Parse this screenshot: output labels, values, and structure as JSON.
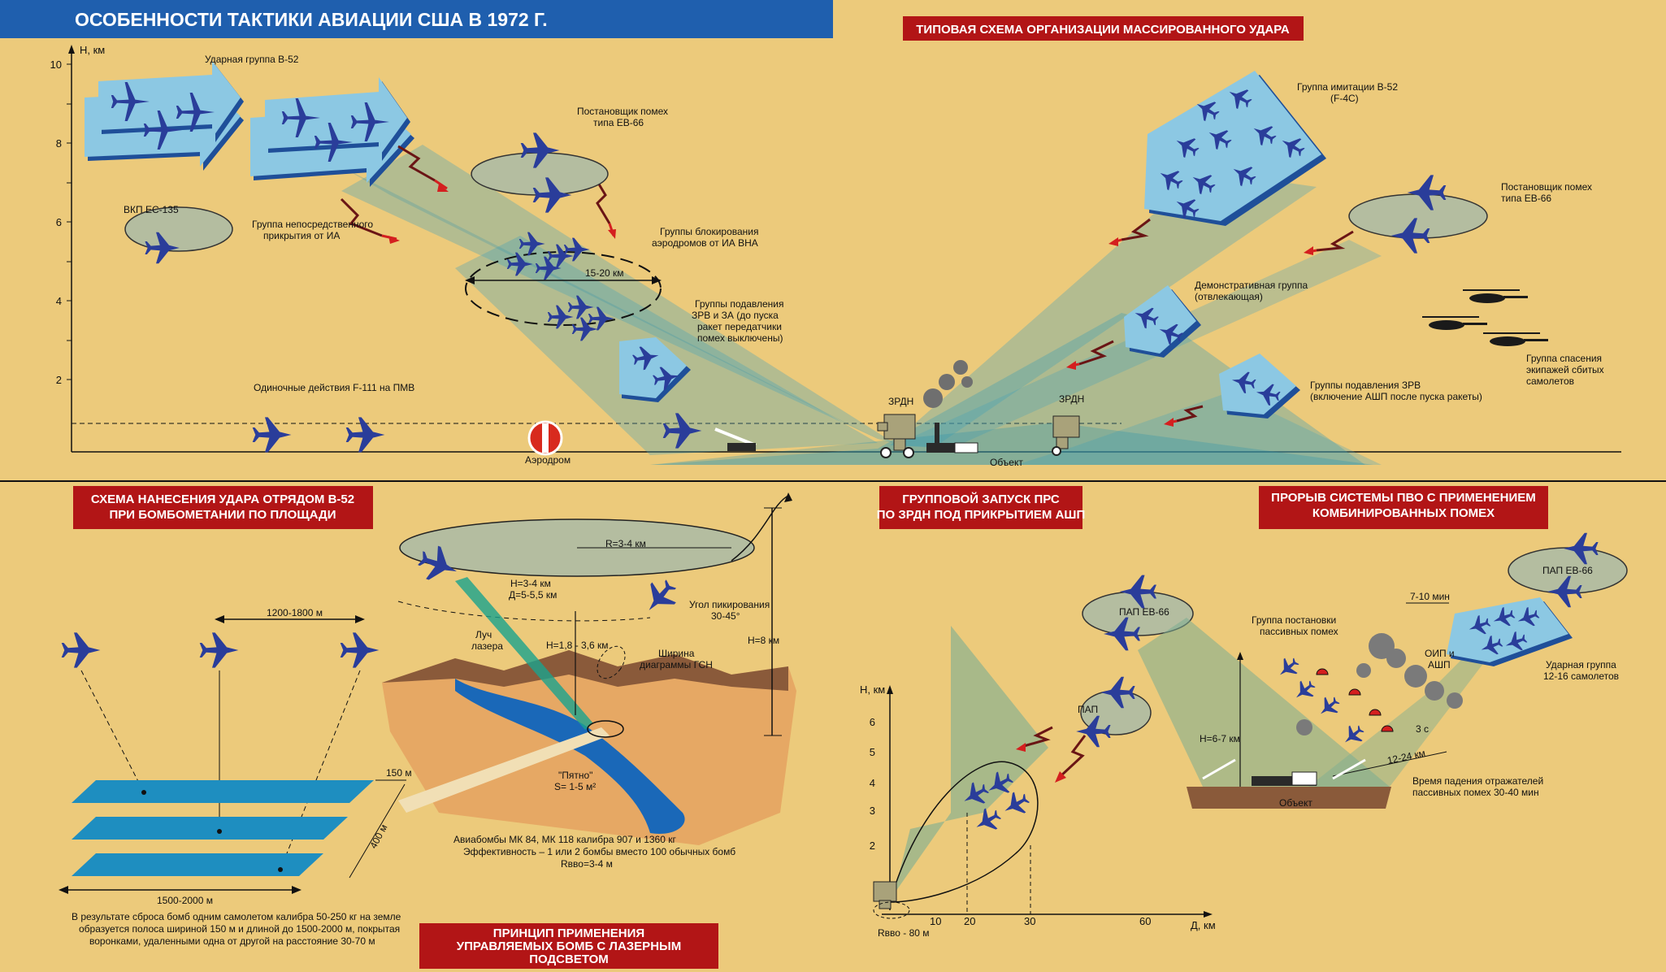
{
  "main_title": "ОСОБЕННОСТИ ТАКТИКИ АВИАЦИИ США В 1972 Г.",
  "top_right_title": "ТИПОВАЯ СХЕМА ОРГАНИЗАЦИИ МАССИРОВАННОГО УДАРА",
  "top_diagram": {
    "axis_label": "Н, км",
    "y_ticks": [
      "10",
      "8",
      "6",
      "4",
      "2"
    ],
    "labels": {
      "b52_strike": "Ударная группа В-52",
      "ec135": "ВКП ЕС-135",
      "escort": [
        "Группа непосредственного",
        "прикрытия от ИА"
      ],
      "eb66_left": [
        "Постановщик помех",
        "типа ЕВ-66"
      ],
      "blocking": [
        "Группы блокирования",
        "аэродромов от ИА ВНА"
      ],
      "dist_15_20": "15-20 км",
      "suppression": [
        "Группы подавления",
        "ЗРВ и ЗА (до пуска",
        "ракет передатчики",
        "помех выключены)"
      ],
      "f111": "Одиночные действия F-111 на ПМВ",
      "airfield": "Аэродром",
      "zrdn_left": "ЗРДН",
      "zrdn_right": "ЗРДН",
      "object": "Объект",
      "imitation": [
        "Группа имитации В-52",
        "(F-4C)"
      ],
      "eb66_right": [
        "Постановщик помех",
        "типа ЕВ-66"
      ],
      "demonstration": [
        "Демонстративная группа",
        "(отвлекающая)"
      ],
      "rescue": [
        "Группа спасения",
        "экипажей сбитых",
        "самолетов"
      ],
      "sam_suppression": [
        "Группы подавления ЗРВ",
        "(включение АШП после пуска ракеты)"
      ]
    }
  },
  "bottom_left": {
    "title": [
      "СХЕМА НАНЕСЕНИЯ УДАРА ОТРЯДОМ В-52",
      "ПРИ БОМБОМЕТАНИИ ПО ПЛОЩАДИ"
    ],
    "spacing": "1200-1800 м",
    "width": "150 м",
    "depth": "400 м",
    "length": "1500-2000 м",
    "note": [
      "В результате сброса бомб одним самолетом калибра 50-250 кг на земле",
      "образуется полоса шириной 150 м и длиной до 1500-2000 м, покрытая",
      "воронками, удаленными одна от другой на расстояние 30-70 м"
    ]
  },
  "laser": {
    "radius": "R=3-4 км",
    "alt_dist": [
      "Н=3-4 км",
      "Д=5-5,5 км"
    ],
    "dive": [
      "Угол пикирования",
      "30-45°"
    ],
    "h8": "Н=8 км",
    "beam": [
      "Луч",
      "лазера"
    ],
    "drop_alt": "Н=1,8 - 3,6 км",
    "seeker": [
      "Ширина",
      "диаграммы ГСН"
    ],
    "spot": [
      "\"Пятно\"",
      "S= 1-5 м²"
    ],
    "bombs": [
      "Авиабомбы МК 84, МК 118 калибра 907 и 1360 кг",
      "Эффективность – 1 или 2 бомбы вместо 100 обычных бомб",
      "Rвво=3-4 м"
    ],
    "title": [
      "ПРИНЦИП ПРИМЕНЕНИЯ",
      "УПРАВЛЯЕМЫХ БОМБ С ЛАЗЕРНЫМ",
      "ПОДСВЕТОМ"
    ]
  },
  "prs": {
    "title": [
      "ГРУППОВОЙ ЗАПУСК ПРС",
      "ПО ЗРДН ПОД ПРИКРЫТИЕМ АШП"
    ],
    "pap_eb66": "ПАП ЕВ-66",
    "pap": "ПАП",
    "axis_y": "Н, км",
    "axis_x": "Д, км",
    "y_ticks": [
      "6",
      "5",
      "4",
      "3",
      "2"
    ],
    "x_ticks": [
      "10",
      "20",
      "30",
      "60"
    ],
    "rvvo": "Rвво - 80 м"
  },
  "pvo": {
    "title": [
      "ПРОРЫВ СИСТЕМЫ ПВО С ПРИМЕНЕНИЕМ",
      "КОМБИНИРОВАННЫХ ПОМЕХ"
    ],
    "pap_eb66": "ПАП ЕВ-66",
    "minutes": "7-10 мин",
    "passive": [
      "Группа постановки",
      "пассивных помех"
    ],
    "oip": [
      "ОИП и",
      "АШП"
    ],
    "strike": [
      "Ударная группа",
      "12-16 самолетов"
    ],
    "h67": "Н=6-7 км",
    "t3": "3 с",
    "km12": "12-24 км",
    "reflector": [
      "Время падения отражателей",
      "пассивных помех 30-40 мин"
    ],
    "object": "Объект"
  },
  "colors": {
    "background": "#ecca7b",
    "blue_banner": "#1f5fae",
    "red_banner": "#b21516",
    "aircraft": "#2a3d9a",
    "formation": "#8cc8e3",
    "ellipse": "#b4bda0"
  }
}
